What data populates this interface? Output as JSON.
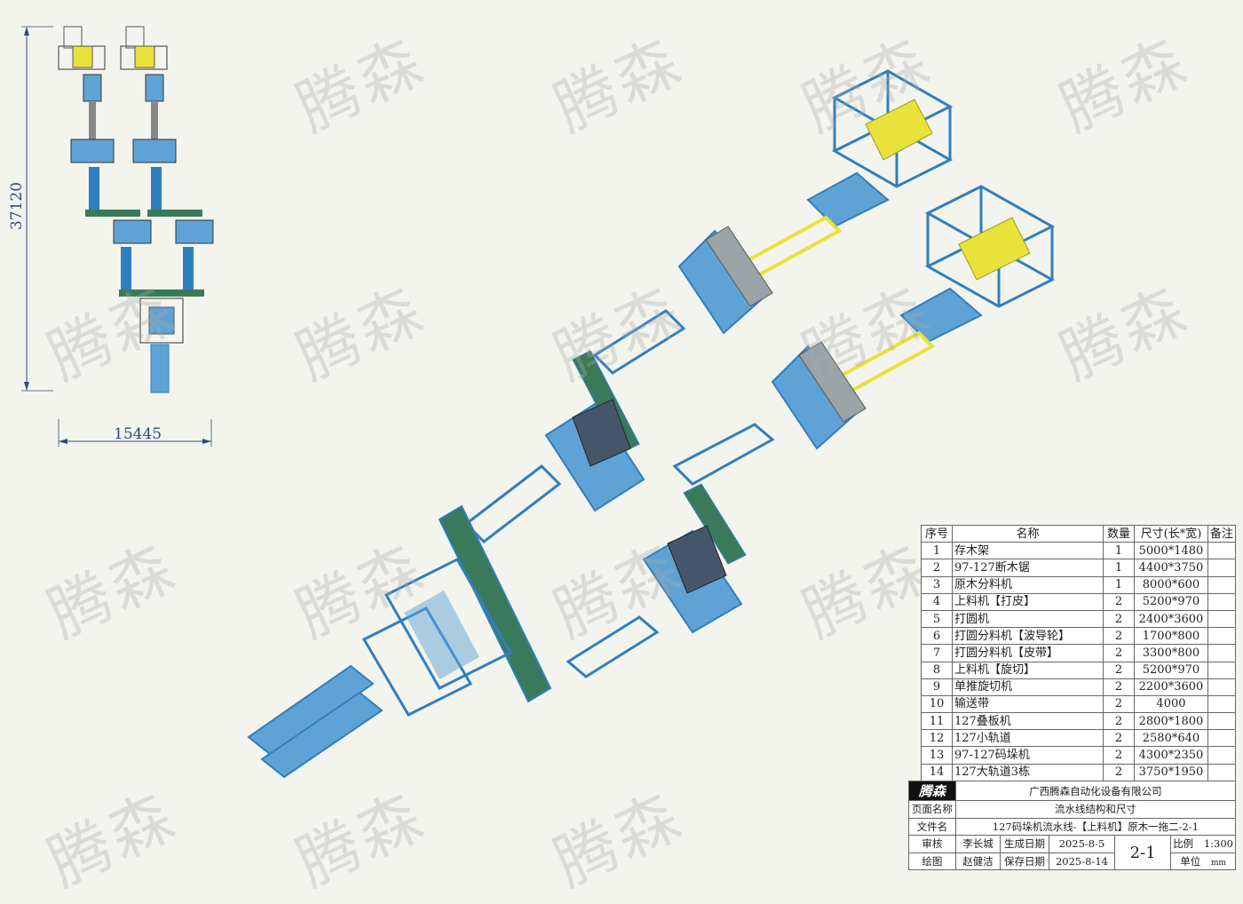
{
  "watermark_text": "腾森",
  "dimensions": {
    "height": "37120",
    "width": "15445"
  },
  "bom": {
    "headers": [
      "序号",
      "名称",
      "数量",
      "尺寸(长*宽)",
      "备注"
    ],
    "rows": [
      [
        "1",
        "存木架",
        "1",
        "5000*1480",
        ""
      ],
      [
        "2",
        "97-127断木锯",
        "1",
        "4400*3750",
        ""
      ],
      [
        "3",
        "原木分料机",
        "1",
        "8000*600",
        ""
      ],
      [
        "4",
        "上料机【打皮】",
        "2",
        "5200*970",
        ""
      ],
      [
        "5",
        "打圆机",
        "2",
        "2400*3600",
        ""
      ],
      [
        "6",
        "打圆分料机【波导轮】",
        "2",
        "1700*800",
        ""
      ],
      [
        "7",
        "打圆分料机【皮带】",
        "2",
        "3300*800",
        ""
      ],
      [
        "8",
        "上料机【旋切】",
        "2",
        "5200*970",
        ""
      ],
      [
        "9",
        "单推旋切机",
        "2",
        "2200*3600",
        ""
      ],
      [
        "10",
        "输送带",
        "2",
        "4000",
        ""
      ],
      [
        "11",
        "127叠板机",
        "2",
        "2800*1800",
        ""
      ],
      [
        "12",
        "127小轨道",
        "2",
        "2580*640",
        ""
      ],
      [
        "13",
        "97-127码垛机",
        "2",
        "4300*2350",
        ""
      ],
      [
        "14",
        "127大轨道3栋",
        "2",
        "3750*1950",
        ""
      ]
    ]
  },
  "titleblock": {
    "logo": "腾森",
    "company": "广西腾森自动化设备有限公司",
    "page_name_label": "页面名称",
    "page_name": "流水线结构和尺寸",
    "file_name_label": "文件名",
    "file_name": "127码垛机流水线-【上料机】原木一拖二-2-1",
    "review_label": "审核",
    "reviewer": "李长城",
    "created_label": "生成日期",
    "created_date": "2025-8-5",
    "drawing_label": "绘图",
    "drawer": "赵健洁",
    "saved_label": "保存日期",
    "saved_date": "2025-8-14",
    "sheet_no": "2-1",
    "scale_label": "比例",
    "scale": "1:300",
    "unit_label": "单位",
    "unit": "mm"
  },
  "colors": {
    "machine_blue": "#5fa3d6",
    "frame_blue": "#2f7fbf",
    "machine_yellow": "#e8e23a",
    "conveyor_green": "#3a7a5a",
    "dimension_line": "#2a4c7c"
  }
}
